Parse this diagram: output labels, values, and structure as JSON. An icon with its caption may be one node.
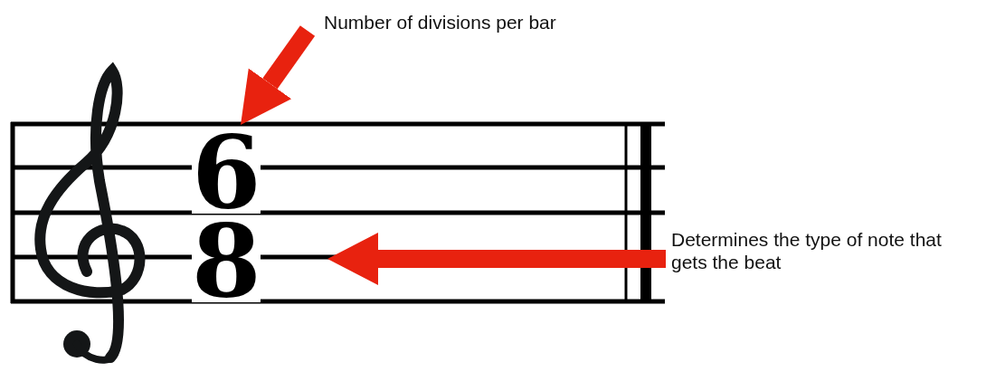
{
  "diagram": {
    "nodes": [
      {
        "text": [
          "Number of divisions per bar"
        ]
      },
      {
        "text": [
          "6"
        ]
      },
      {
        "text": [
          "Determines the type of note that gets the beat"
        ]
      },
      {
        "text": [
          "8"
        ]
      }
    ],
    "edges": [
      {
        "from": 0,
        "to": 1,
        "arrow": "to"
      },
      {
        "from": 2,
        "to": 3,
        "arrow": "to"
      }
    ]
  }
}
